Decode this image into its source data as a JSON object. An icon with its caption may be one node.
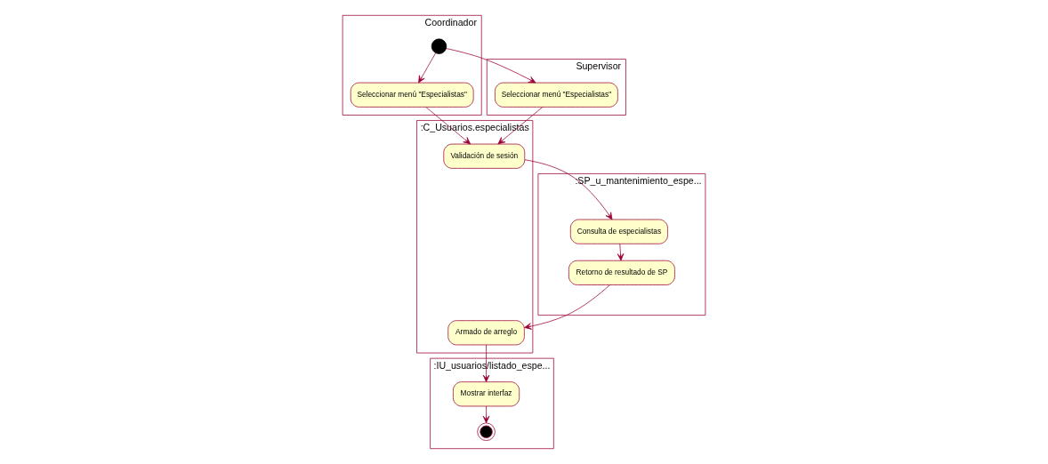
{
  "diagram": {
    "nodes": [
      {
        "text": [
          "Coordinador"
        ]
      },
      {
        "text": [
          "Supervisor"
        ]
      },
      {
        "text": [
          ":C_Usuarios.especialistas"
        ]
      },
      {
        "text": [
          ":SP_u_mantenimiento_espe..."
        ]
      },
      {
        "text": [
          ":IU_usuarios/listado_espe..."
        ]
      },
      {
        "text": [],
        "shape": "circle",
        "in": 0
      },
      {
        "text": [
          "Seleccionar menú \"Especialistas\""
        ],
        "in": 0
      },
      {
        "text": [
          "Seleccionar menú \"Especialistas\""
        ],
        "in": 1
      },
      {
        "text": [
          "Validación de sesión"
        ],
        "in": 2
      },
      {
        "text": [
          "Consulta de especialistas"
        ],
        "in": 3
      },
      {
        "text": [
          "Retorno de resultado de SP"
        ],
        "in": 3
      },
      {
        "text": [
          "Armado de arreglo"
        ],
        "in": 2
      },
      {
        "text": [
          "Mostrar interfaz"
        ],
        "in": 4
      },
      {
        "text": [],
        "shape": "circle",
        "in": 4
      }
    ],
    "edges": [
      {
        "from": 5,
        "to": 6,
        "arrow": "to"
      },
      {
        "from": 5,
        "to": 7,
        "arrow": "to"
      },
      {
        "from": 6,
        "to": 8,
        "arrow": "to"
      },
      {
        "from": 7,
        "to": 8,
        "arrow": "to"
      },
      {
        "from": 8,
        "to": 9,
        "arrow": "to"
      },
      {
        "from": 9,
        "to": 10,
        "arrow": "to"
      },
      {
        "from": 10,
        "to": 11,
        "arrow": "to"
      },
      {
        "from": 11,
        "to": 12,
        "arrow": "to"
      },
      {
        "from": 12,
        "to": 13,
        "arrow": "to"
      }
    ]
  }
}
